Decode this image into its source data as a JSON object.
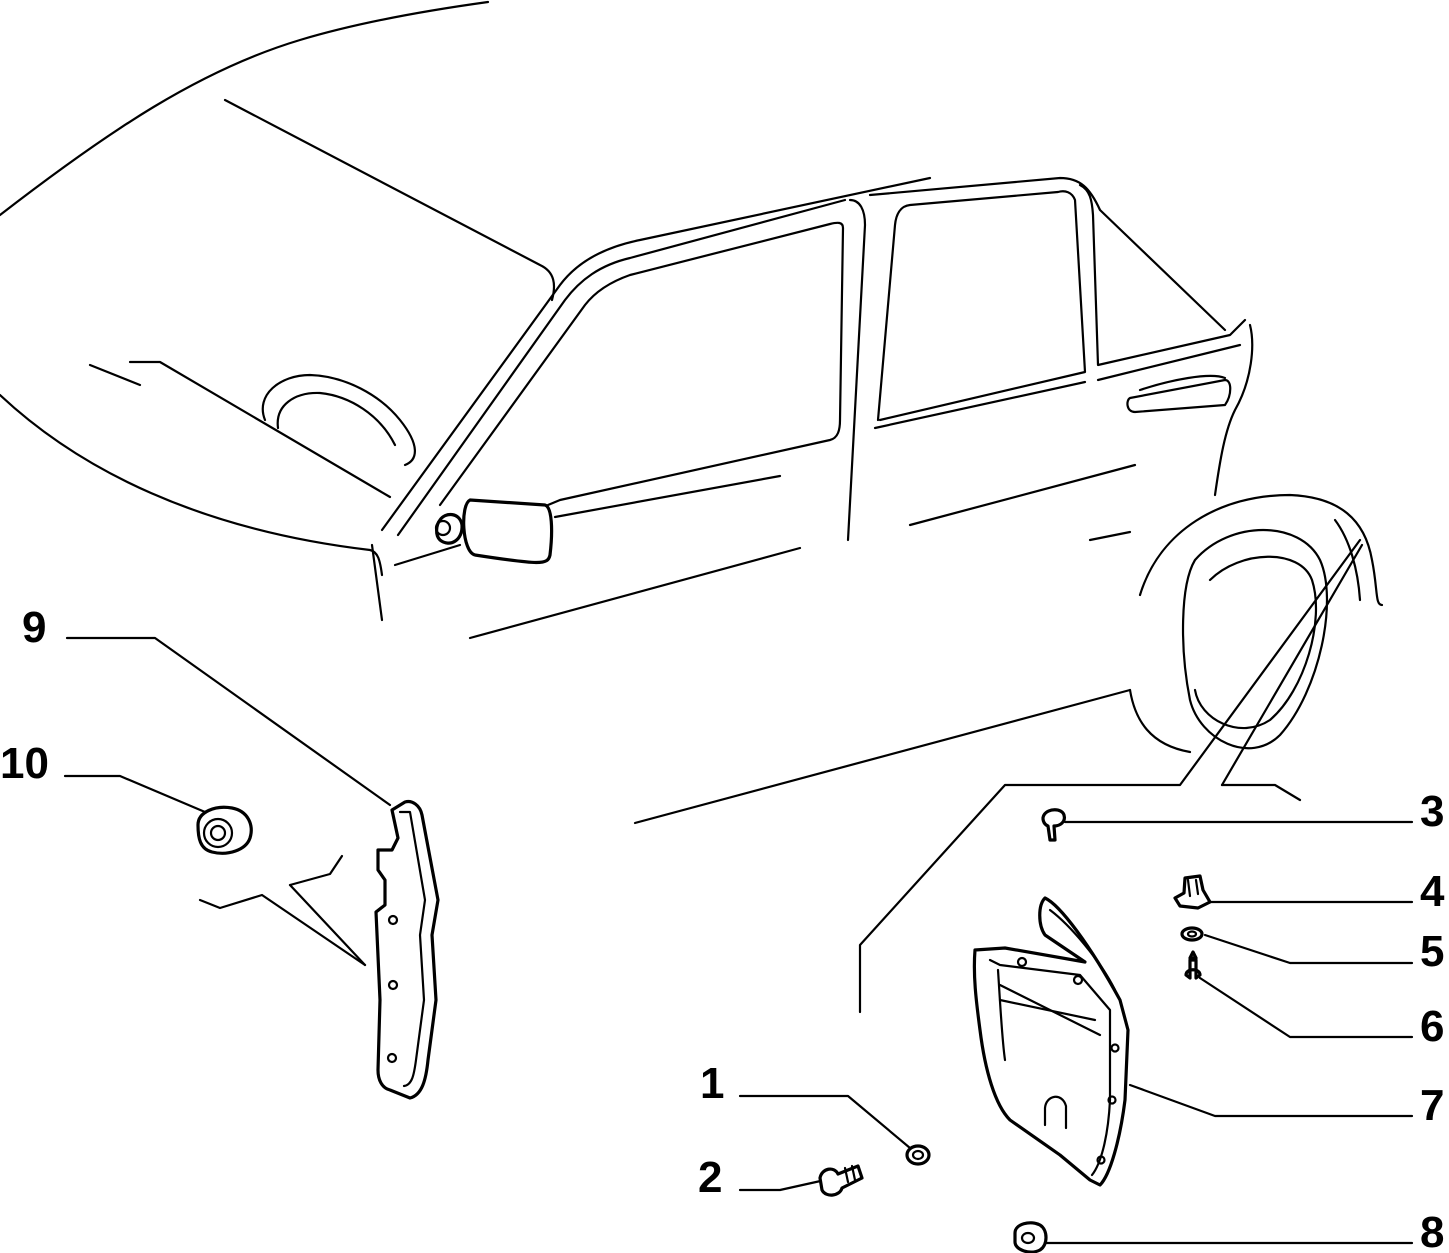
{
  "diagram": {
    "labels": [
      {
        "id": "1",
        "text": "1"
      },
      {
        "id": "2",
        "text": "2"
      },
      {
        "id": "3",
        "text": "3"
      },
      {
        "id": "4",
        "text": "4"
      },
      {
        "id": "5",
        "text": "5"
      },
      {
        "id": "6",
        "text": "6"
      },
      {
        "id": "7",
        "text": "7"
      },
      {
        "id": "8",
        "text": "8"
      },
      {
        "id": "9",
        "text": "9"
      },
      {
        "id": "10",
        "text": "10"
      }
    ],
    "line_color": "#000000",
    "background": "#ffffff"
  }
}
